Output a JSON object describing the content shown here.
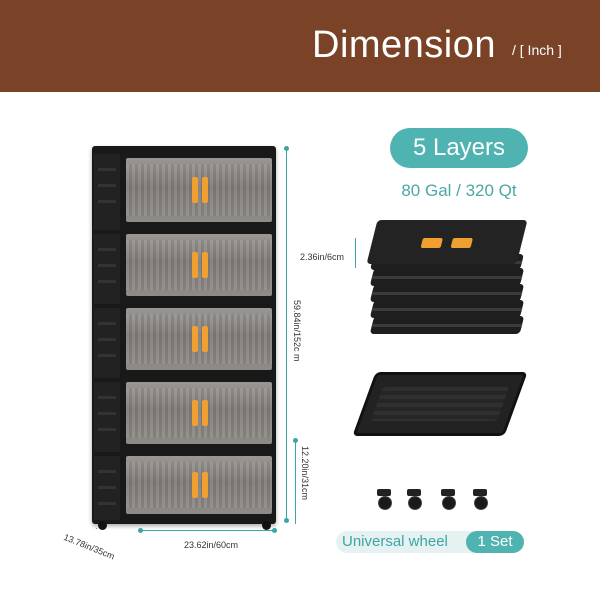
{
  "header": {
    "title": "Dimension",
    "unit": "/ [ Inch ]",
    "background": "#7a4328"
  },
  "product": {
    "layers_label": "5 Layers",
    "capacity": "80 Gal / 320 Qt"
  },
  "dimensions": {
    "height": "59.84in/152c m",
    "layer_height": "12.20in/31cm",
    "width": "23.62in/60cm",
    "depth": "13.78in/35cm",
    "lid_height": "2.36in/6cm"
  },
  "accessory": {
    "label": "Universal wheel",
    "count": "1 Set"
  },
  "colors": {
    "accent": "#4fb3b1",
    "handle": "#f0a030",
    "cabinet": "#191919"
  }
}
